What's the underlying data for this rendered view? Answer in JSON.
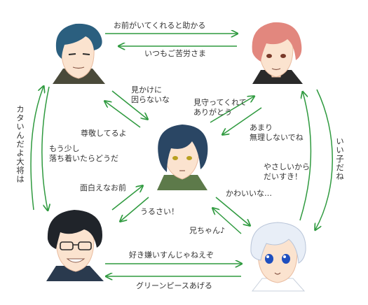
{
  "colors": {
    "arrow": "#2f9a3f",
    "text": "#333333",
    "skin": "#fbe3cf",
    "skin_shadow": "#e9bca0",
    "outline": "#2a2a2a",
    "hair_top_left": "#2b5f7f",
    "hair_top_right": "#e2877e",
    "hair_center": "#2a4664",
    "hair_bottom_left": "#20242a",
    "hair_bottom_right": "#e8eef7",
    "jacket_top_left": "#4a4a3a",
    "jacket_top_right": "#2a2a2a",
    "jacket_center": "#5d7a4a",
    "jacket_bottom_left": "#2a3a4e",
    "jacket_bottom_right": "#ffffff"
  },
  "characters": [
    {
      "id": "top-left",
      "name_icon": "dark-blue-haired-man-icon"
    },
    {
      "id": "top-right",
      "name_icon": "red-haired-man-icon"
    },
    {
      "id": "center",
      "name_icon": "blue-haired-youth-icon"
    },
    {
      "id": "bottom-left",
      "name_icon": "glasses-man-icon"
    },
    {
      "id": "bottom-right",
      "name_icon": "white-haired-boy-icon"
    }
  ],
  "labels": {
    "tl_to_tr": "お前がいてくれると助かる",
    "tr_to_tl": "いつもご苦労さま",
    "tl_to_center": "見かけに\n因らないな",
    "center_to_tl": "尊敬してるよ",
    "center_to_tl_2": "もう少し\n落ち着いたらどうだ",
    "center_to_tr": "見守ってくれて\nありがとう",
    "tr_to_center": "あまり\n無理しないでね",
    "left_vertical": "カタいんだよ大将は",
    "right_vertical": "いい子だね",
    "tr_to_br": "やさしいから\nだいすき！",
    "bl_to_center": "面白えなお前",
    "center_to_bl": "うるさい！",
    "center_to_br": "かわいいな…",
    "br_to_center": "兄ちゃん♪",
    "bl_to_br": "好き嫌いすんじゃねえぞ",
    "br_to_bl": "グリーンピースあげる"
  }
}
